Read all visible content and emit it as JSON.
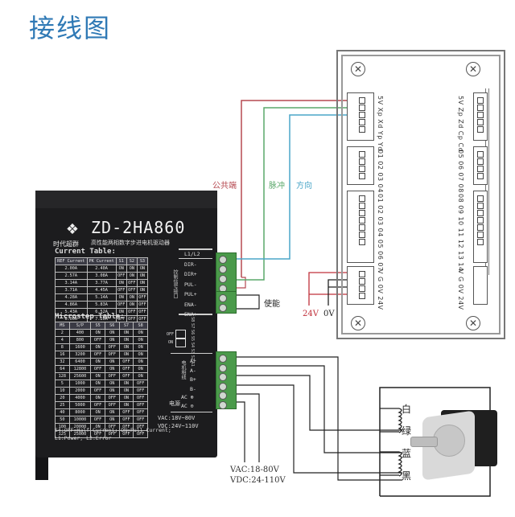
{
  "title": "接线图",
  "driver": {
    "brand": "时代超群",
    "model": "ZD-2HA860",
    "subtitle": "高性能两相数字步进电机驱动器",
    "current_table": {
      "title": "Current Table:",
      "headers": [
        "REF Current",
        "PK Current",
        "S1",
        "S2",
        "S3"
      ],
      "rows": [
        [
          "2.00A",
          "2.40A",
          "ON",
          "ON",
          "ON"
        ],
        [
          "2.57A",
          "3.08A",
          "OFF",
          "ON",
          "ON"
        ],
        [
          "3.14A",
          "3.77A",
          "ON",
          "OFF",
          "ON"
        ],
        [
          "3.71A",
          "4.45A",
          "OFF",
          "OFF",
          "ON"
        ],
        [
          "4.28A",
          "5.14A",
          "ON",
          "ON",
          "OFF"
        ],
        [
          "4.86A",
          "5.83A",
          "OFF",
          "ON",
          "OFF"
        ],
        [
          "5.43A",
          "6.52A",
          "ON",
          "OFF",
          "OFF"
        ],
        [
          "6.00A",
          "7.20A",
          "OFF",
          "OFF",
          "OFF"
        ]
      ]
    },
    "microstep_table": {
      "title": "Microstep Table:",
      "headers": [
        "MS",
        "S/P",
        "S5",
        "S6",
        "S7",
        "S8"
      ],
      "rows": [
        [
          "2",
          "400",
          "ON",
          "ON",
          "ON",
          "ON"
        ],
        [
          "4",
          "800",
          "OFF",
          "ON",
          "ON",
          "ON"
        ],
        [
          "8",
          "1600",
          "ON",
          "OFF",
          "ON",
          "ON"
        ],
        [
          "16",
          "3200",
          "OFF",
          "OFF",
          "ON",
          "ON"
        ],
        [
          "32",
          "6400",
          "ON",
          "ON",
          "OFF",
          "ON"
        ],
        [
          "64",
          "12800",
          "OFF",
          "ON",
          "OFF",
          "ON"
        ],
        [
          "128",
          "25600",
          "ON",
          "OFF",
          "OFF",
          "ON"
        ],
        [
          "5",
          "1000",
          "ON",
          "ON",
          "ON",
          "OFF"
        ],
        [
          "10",
          "2000",
          "OFF",
          "ON",
          "ON",
          "OFF"
        ],
        [
          "20",
          "4000",
          "ON",
          "OFF",
          "ON",
          "OFF"
        ],
        [
          "25",
          "5000",
          "OFF",
          "OFF",
          "ON",
          "OFF"
        ],
        [
          "40",
          "8000",
          "ON",
          "ON",
          "OFF",
          "OFF"
        ],
        [
          "50",
          "10000",
          "OFF",
          "ON",
          "OFF",
          "OFF"
        ],
        [
          "100",
          "20000",
          "ON",
          "OFF",
          "OFF",
          "OFF"
        ],
        [
          "125",
          "25000",
          "OFF",
          "OFF",
          "OFF",
          "OFF"
        ]
      ]
    },
    "notes": [
      "S4:OFF=Half Current; ON=Full Current;",
      "L1:Power;  L2:Error"
    ],
    "vin": [
      "VAC:18V~80V",
      "VDC:24V~110V"
    ],
    "led_label": "L1/L2",
    "control_side_label": "控制信号接口",
    "control_pins": [
      "DIR-",
      "DIR+",
      "PUL-",
      "PUL+",
      "ENA-",
      "ENA+"
    ],
    "switch_label": "S8 S7 S6 S5 S4 S3 S2 S1",
    "switch_off": "OFF",
    "switch_on": "ON",
    "motor_side_label": "电机相线",
    "motor_pins": [
      "A+",
      "A-",
      "B+",
      "B-"
    ],
    "power_side_label": "电源",
    "power_pins": [
      "AC",
      "AC"
    ]
  },
  "annotations": {
    "common": "公共端",
    "pulse": "脉冲",
    "direction": "方向",
    "enable": "使能",
    "v24": "24V",
    "v0": "0V",
    "power_range": [
      "VAC:18-80V",
      "VDC:24-110V"
    ],
    "motor_wires": [
      "白",
      "绿",
      "蓝",
      "黑"
    ]
  },
  "board": {
    "connectors": [
      {
        "label": "5V Xp Xd Yp Yd",
        "pins": 5
      },
      {
        "label": "5V Zp Zd Cp Cd",
        "pins": 5
      },
      {
        "label": "01 02 03 04",
        "pins": 4
      },
      {
        "label": "05 06 07 08",
        "pins": 4
      },
      {
        "label": "01 02 03 04 05 06 07",
        "pins": 7
      },
      {
        "label": "08 09 10 11 12 13 14",
        "pins": 7
      },
      {
        "label": "V G 0V 24V",
        "pins": 4
      },
      {
        "label": "V G 0V 24V",
        "pins": 0
      }
    ]
  },
  "colors": {
    "title": "#2f79b5",
    "wire_common": "#b54850",
    "wire_pulse": "#5aa86a",
    "wire_direction": "#4aa6c8",
    "wire_power": "#c0303a",
    "wire_black": "#222222",
    "terminal_green": "#4a9a4a"
  }
}
